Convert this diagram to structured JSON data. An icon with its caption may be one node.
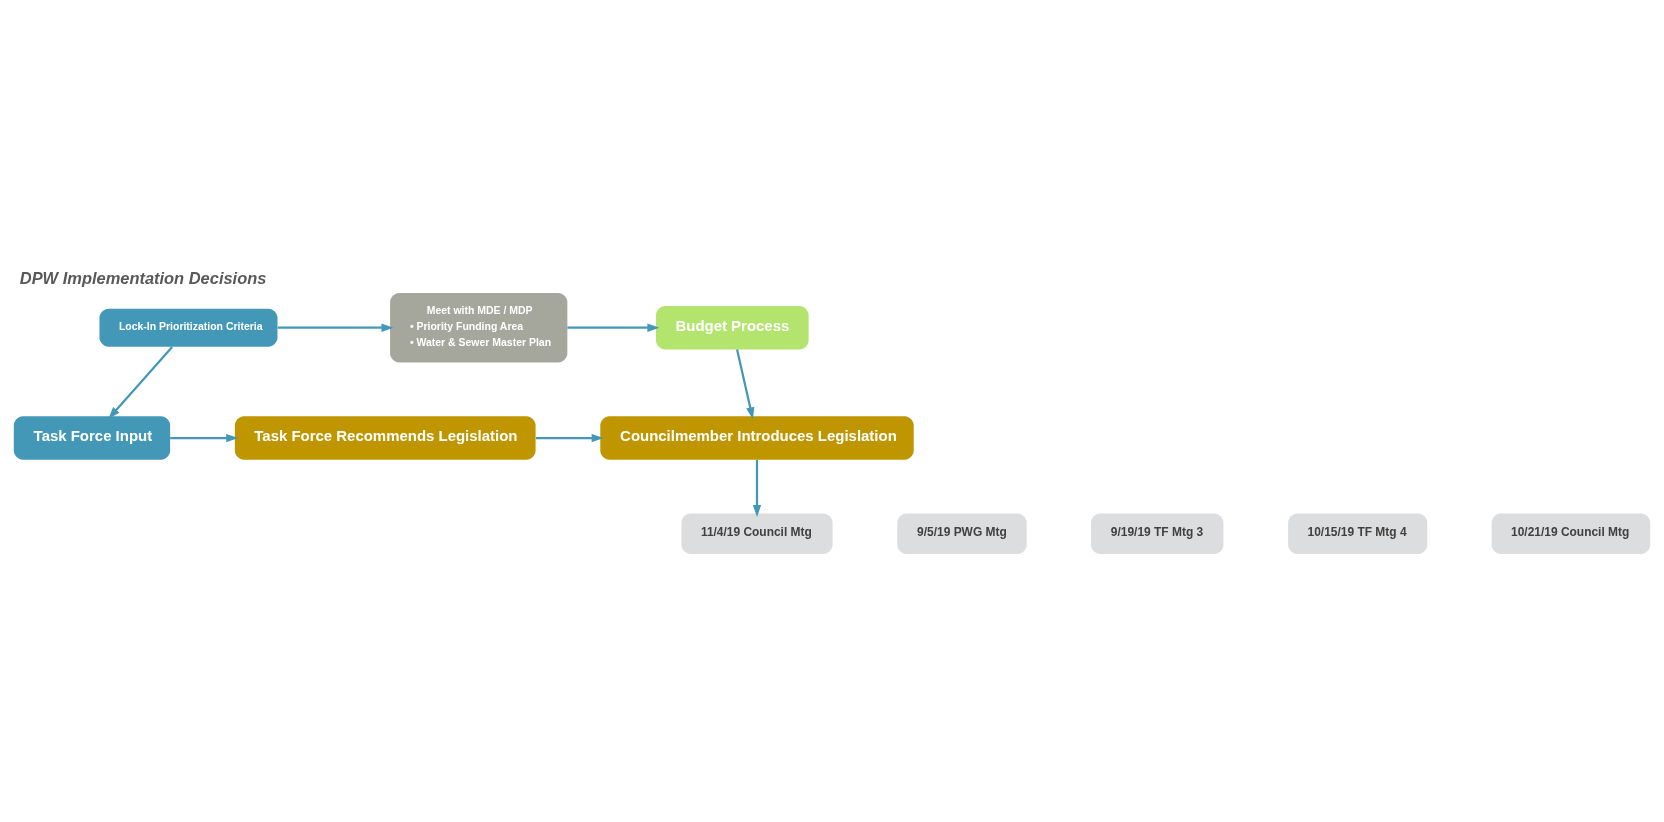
{
  "diagram": {
    "title": "DPW Implementation Decisions",
    "nodes": [
      {
        "text": [
          "Lock-In Prioritization Criteria"
        ]
      },
      {
        "text": [
          "Meet with MDE / MDP",
          "• Priority Funding Area",
          "• Water & Sewer Master Plan"
        ]
      },
      {
        "text": [
          "Budget Process"
        ]
      },
      {
        "text": [
          "Task Force Input"
        ]
      },
      {
        "text": [
          "Task Force Recommends Legislation"
        ]
      },
      {
        "text": [
          "Councilmember Introduces Legislation"
        ]
      },
      {
        "text": [
          "9/5/19 PWG Mtg"
        ]
      },
      {
        "text": [
          "9/19/19 TF Mtg 3"
        ]
      },
      {
        "text": [
          "10/15/19 TF Mtg 4"
        ]
      },
      {
        "text": [
          "10/21/19 Council Mtg"
        ]
      },
      {
        "text": [
          "11/4/19 Council Mtg"
        ]
      }
    ],
    "edges": [
      {
        "from": 0,
        "to": 1,
        "arrow": "to"
      },
      {
        "from": 1,
        "to": 2,
        "arrow": "to"
      },
      {
        "from": 0,
        "to": 3,
        "arrow": "to"
      },
      {
        "from": 2,
        "to": 5,
        "arrow": "to"
      },
      {
        "from": 3,
        "to": 4,
        "arrow": "to"
      },
      {
        "from": 4,
        "to": 5,
        "arrow": "to"
      },
      {
        "from": 5,
        "to": 10,
        "arrow": "to"
      }
    ]
  }
}
